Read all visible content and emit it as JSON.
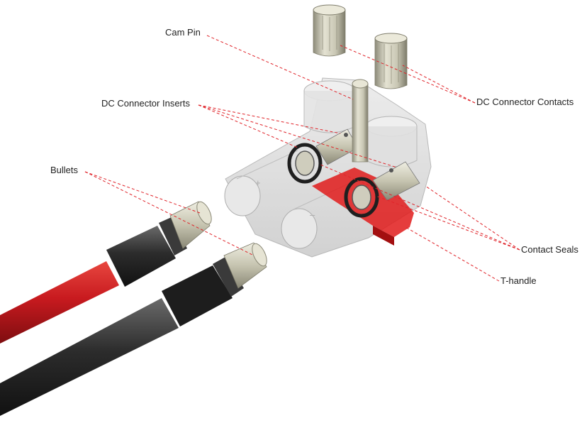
{
  "labels": {
    "cam_pin": "Cam Pin",
    "dc_connector_inserts": "DC Connector Inserts",
    "bullets": "Bullets",
    "dc_connector_contacts": "DC Connector Contacts",
    "contact_seals": "Contact Seals",
    "t_handle": "T-handle"
  },
  "colors": {
    "leader_line": "#e0242a",
    "t_handle": "#e01b1b",
    "red_cable": "#c81a1f",
    "black_cable": "#2c2c2c",
    "housing": "#d9d9d9",
    "metal": "#c9c7b4",
    "label_text": "#222222"
  }
}
